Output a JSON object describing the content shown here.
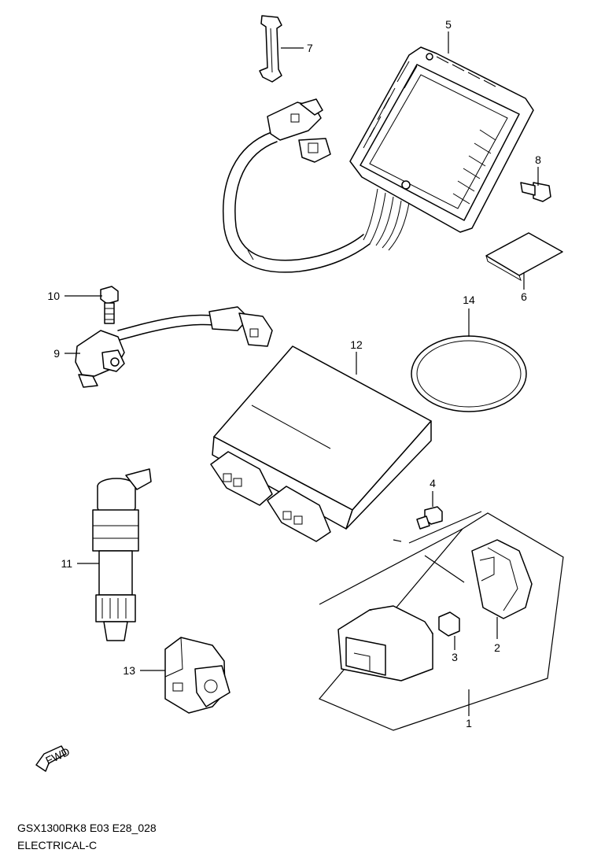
{
  "callouts": {
    "c1": "1",
    "c2": "2",
    "c3": "3",
    "c4": "4",
    "c5": "5",
    "c6": "6",
    "c7": "7",
    "c8": "8",
    "c9": "9",
    "c10": "10",
    "c11": "11",
    "c12": "12",
    "c13": "13",
    "c14": "14"
  },
  "fwd_label": "FWD",
  "footer": {
    "line1": "GSX1300RK8 E03 E28_028",
    "line2": "ELECTRICAL-C"
  }
}
